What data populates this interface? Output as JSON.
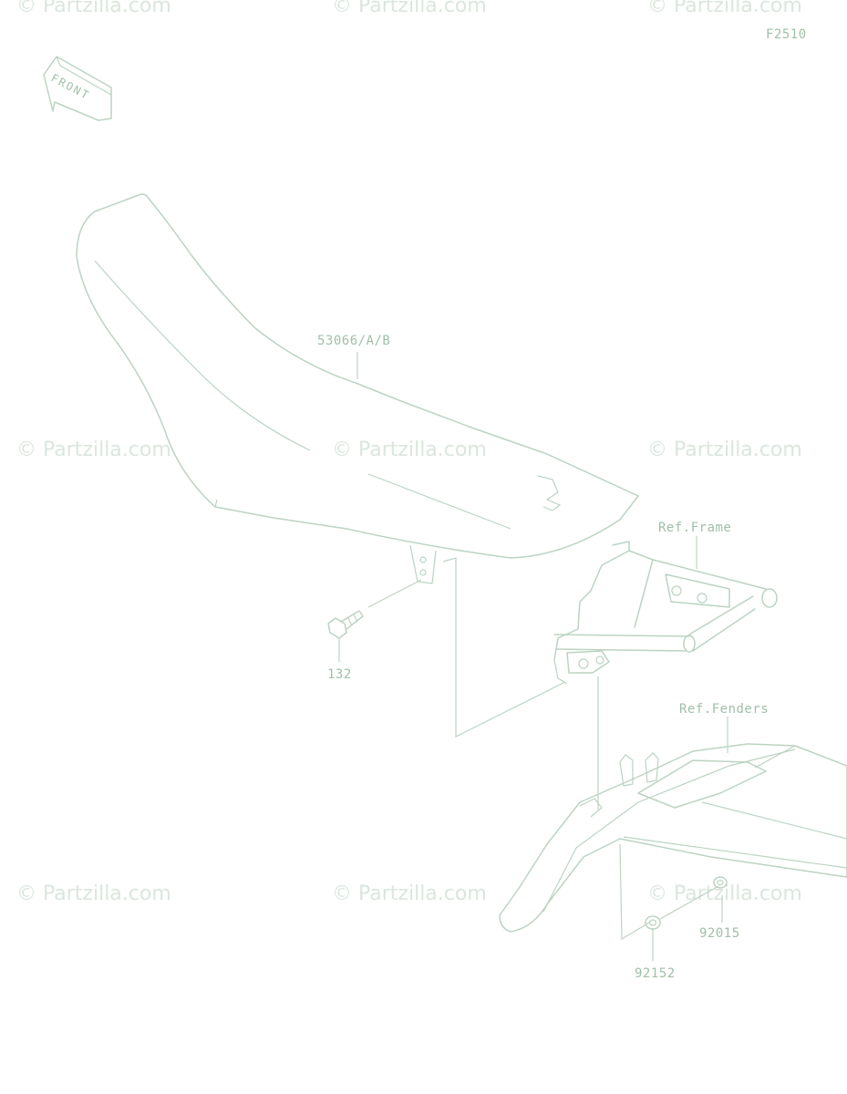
{
  "diagram_code": "F2510",
  "front_tag": "FRONT",
  "watermark": "© Partzilla.com",
  "parts": {
    "seat": "53066/A/B",
    "bolt": "132",
    "ref_frame": "Ref.Frame",
    "ref_fenders": "Ref.Fenders",
    "collar": "92015",
    "washer": "92152"
  },
  "colors": {
    "line": "#bcd3c2",
    "label": "#9fbfa8",
    "watermark": "#dbe6dd"
  }
}
